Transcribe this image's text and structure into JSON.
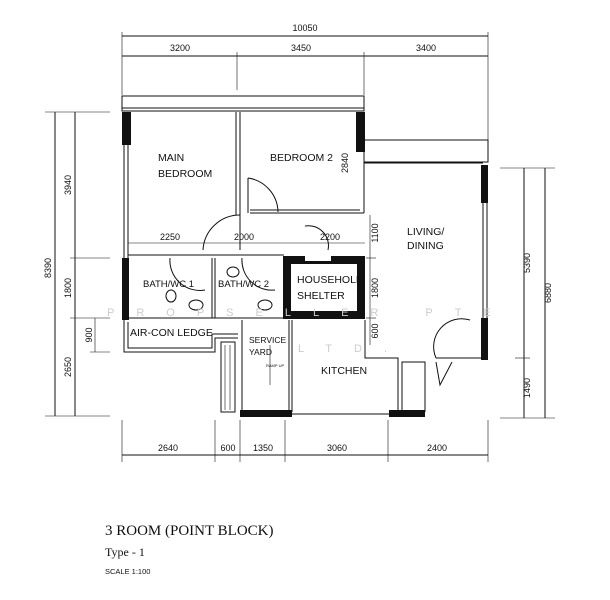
{
  "rooms": {
    "main_bedroom": [
      "MAIN",
      "BEDROOM"
    ],
    "bedroom_2": "BEDROOM 2",
    "living_dining": [
      "LIVING/",
      "DINING"
    ],
    "bath_wc_1": "BATH/WC 1",
    "bath_wc_2": "BATH/WC 2",
    "household_shelter": [
      "HOUSEHOLD",
      "SHELTER"
    ],
    "air_con_ledge": "AIR-CON LEDGE",
    "service_yard": [
      "SERVICE",
      "YARD"
    ],
    "kitchen": "KITCHEN",
    "ramp_up": "RAMP UP"
  },
  "dimensions": {
    "top_total": "10050",
    "top": [
      "3200",
      "3450",
      "3400"
    ],
    "left_total": "8390",
    "left": [
      "3940",
      "1800",
      "2650"
    ],
    "left_ledge": "900",
    "right_total": "6880",
    "right": [
      "5390",
      "1490"
    ],
    "bedroom2_depth": "2840",
    "inner_horizontal": [
      "2250",
      "2000",
      "2200"
    ],
    "inner_vertical": [
      "1100",
      "1800",
      "600"
    ],
    "bottom": [
      "2640",
      "600",
      "1350",
      "3060",
      "2400"
    ]
  },
  "watermark": [
    "PROPSELLER PTE",
    "LTD."
  ],
  "title_block": {
    "title": "3 ROOM (POINT BLOCK)",
    "type": "Type - 1",
    "scale": "SCALE  1:100"
  }
}
